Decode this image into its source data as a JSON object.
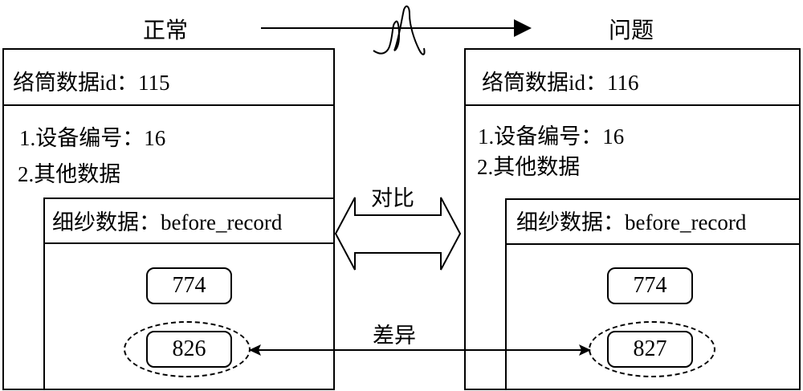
{
  "top_flow": {
    "left_label": "正常",
    "right_label": "问题",
    "arrow_icon": "right-arrow-with-break",
    "break_icon": "squiggle-break"
  },
  "compare": {
    "label": "对比",
    "icon": "double-headed-block-arrow"
  },
  "difference": {
    "label": "差异",
    "icon": "double-headed-line-arrow"
  },
  "panels": [
    {
      "state": "正常",
      "header": "络筒数据id：115",
      "details": [
        "1.设备编号：16",
        "2.其他数据"
      ],
      "sub": {
        "header": "细纱数据：before_record",
        "values": [
          "774",
          "826"
        ],
        "highlighted_value": "826"
      }
    },
    {
      "state": "问题",
      "header": "络筒数据id：116",
      "details": [
        "1.设备编号：16",
        "2.其他数据"
      ],
      "sub": {
        "header": "细纱数据：before_record",
        "values": [
          "774",
          "827"
        ],
        "highlighted_value": "827"
      }
    }
  ]
}
